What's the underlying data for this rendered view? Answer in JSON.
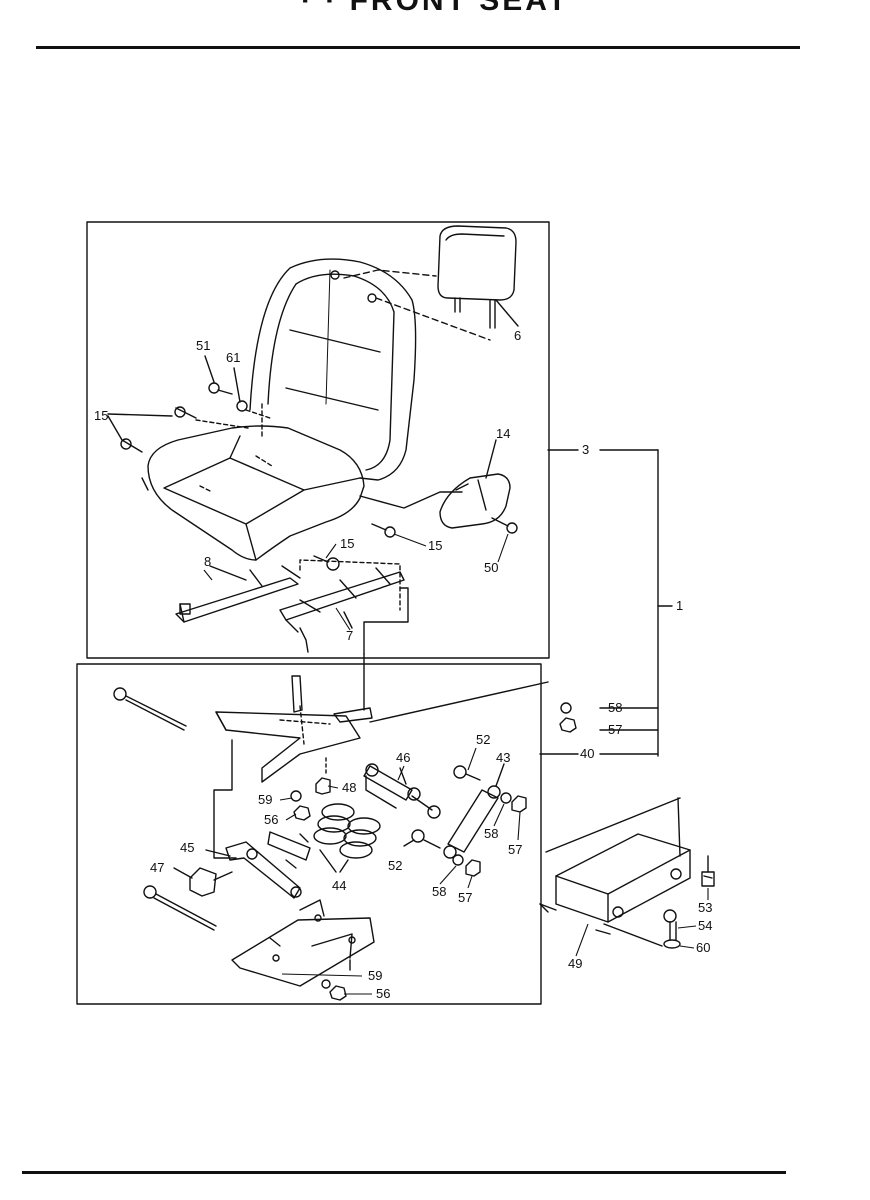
{
  "page": {
    "title": "· · FRONT SEAT"
  },
  "labels": {
    "l6": "6",
    "l51": "51",
    "l61": "61",
    "l15a": "15",
    "l14": "14",
    "l3": "3",
    "l15b": "15",
    "l15c": "15",
    "l50": "50",
    "l8": "8",
    "l7": "7",
    "l1": "1",
    "l58a": "58",
    "l57a": "57",
    "l40": "40",
    "l52a": "52",
    "l43": "43",
    "l46": "46",
    "l48": "48",
    "l59a": "59",
    "l56a": "56",
    "l58b": "58",
    "l57b": "57",
    "l45": "45",
    "l47": "47",
    "l44": "44",
    "l52b": "52",
    "l58c": "58",
    "l57c": "57",
    "l59b": "59",
    "l56b": "56",
    "l53": "53",
    "l54": "54",
    "l60": "60",
    "l49": "49"
  }
}
